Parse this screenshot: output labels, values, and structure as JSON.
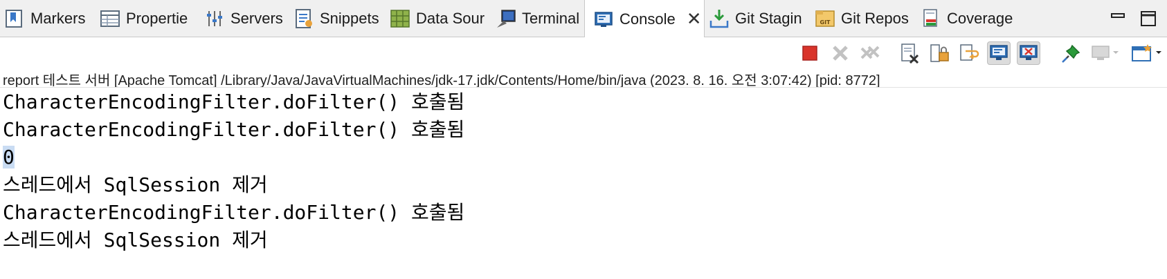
{
  "tabs": [
    {
      "label": "Markers",
      "icon": "markers-icon"
    },
    {
      "label": "Propertie",
      "icon": "properties-icon"
    },
    {
      "label": "Servers",
      "icon": "servers-icon"
    },
    {
      "label": "Snippets",
      "icon": "snippets-icon"
    },
    {
      "label": "Data Sour",
      "icon": "data-source-icon"
    },
    {
      "label": "Terminal",
      "icon": "terminal-icon"
    },
    {
      "label": "Console",
      "icon": "console-icon",
      "active": true
    },
    {
      "label": "Git Stagin",
      "icon": "git-staging-icon"
    },
    {
      "label": "Git Repos",
      "icon": "git-repos-icon"
    },
    {
      "label": "Coverage",
      "icon": "coverage-icon"
    }
  ],
  "toolbar": {
    "buttons": [
      "terminate-icon",
      "remove-launch-icon",
      "remove-all-icon",
      "clear-console-icon",
      "scroll-lock-icon",
      "word-wrap-icon",
      "show-on-stdout-icon",
      "show-on-stderr-icon",
      "pin-console-icon",
      "display-console-icon",
      "open-console-icon"
    ]
  },
  "launch": {
    "text": "report 테스트 서버 [Apache Tomcat] /Library/Java/JavaVirtualMachines/jdk-17.jdk/Contents/Home/bin/java  (2023. 8. 16. 오전 3:07:42) [pid: 8772]"
  },
  "console": {
    "lines": [
      "CharacterEncodingFilter.doFilter() 호출됨",
      "CharacterEncodingFilter.doFilter() 호출됨",
      "0",
      "스레드에서 SqlSession 제거",
      "CharacterEncodingFilter.doFilter() 호출됨",
      "스레드에서 SqlSession 제거"
    ]
  },
  "colors": {
    "terminate": "#d9342b",
    "accent": "#2f6fb5",
    "selection": "#c9dcf3"
  }
}
